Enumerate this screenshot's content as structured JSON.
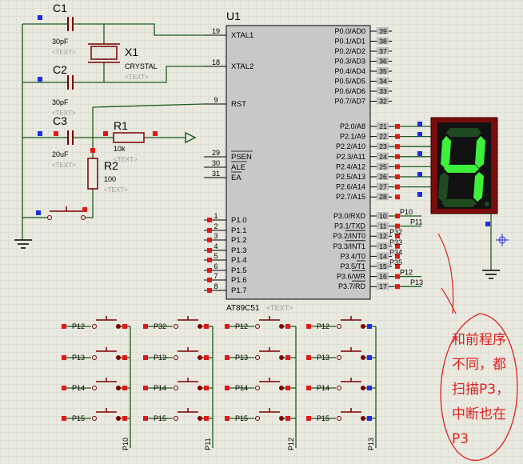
{
  "chip": {
    "name": "U1",
    "part": "AT89C51",
    "text_placeholder": "<TEXT>",
    "left_pins": [
      {
        "num": "19",
        "name": "XTAL1"
      },
      {
        "num": "18",
        "name": "XTAL2"
      },
      {
        "num": "9",
        "name": "RST"
      },
      {
        "num": "29",
        "name": "PSEN"
      },
      {
        "num": "30",
        "name": "ALE"
      },
      {
        "num": "31",
        "name": "EA"
      },
      {
        "num": "1",
        "name": "P1.0"
      },
      {
        "num": "2",
        "name": "P1.1"
      },
      {
        "num": "3",
        "name": "P1.2"
      },
      {
        "num": "4",
        "name": "P1.3"
      },
      {
        "num": "5",
        "name": "P1.4"
      },
      {
        "num": "6",
        "name": "P1.5"
      },
      {
        "num": "7",
        "name": "P1.6"
      },
      {
        "num": "8",
        "name": "P1.7"
      }
    ],
    "right_pins": [
      {
        "num": "39",
        "name": "P0.0/AD0"
      },
      {
        "num": "38",
        "name": "P0.1/AD1"
      },
      {
        "num": "37",
        "name": "P0.2/AD2"
      },
      {
        "num": "36",
        "name": "P0.3/AD3"
      },
      {
        "num": "35",
        "name": "P0.4/AD4"
      },
      {
        "num": "34",
        "name": "P0.5/AD5"
      },
      {
        "num": "33",
        "name": "P0.6/AD6"
      },
      {
        "num": "32",
        "name": "P0.7/AD7"
      },
      {
        "num": "21",
        "name": "P2.0/A8"
      },
      {
        "num": "22",
        "name": "P2.1/A9"
      },
      {
        "num": "23",
        "name": "P2.2/A10"
      },
      {
        "num": "24",
        "name": "P2.3/A11"
      },
      {
        "num": "25",
        "name": "P2.4/A12"
      },
      {
        "num": "26",
        "name": "P2.5/A13"
      },
      {
        "num": "27",
        "name": "P2.6/A14"
      },
      {
        "num": "28",
        "name": "P2.7/A15"
      },
      {
        "num": "10",
        "name": "P3.0/RXD"
      },
      {
        "num": "11",
        "name": "P3.1/TXD"
      },
      {
        "num": "12",
        "name": "P3.2/INT0"
      },
      {
        "num": "13",
        "name": "P3.3/INT1"
      },
      {
        "num": "14",
        "name": "P3.4/T0"
      },
      {
        "num": "15",
        "name": "P3.5/T1"
      },
      {
        "num": "16",
        "name": "P3.6/WR"
      },
      {
        "num": "17",
        "name": "P3.7/RD"
      }
    ]
  },
  "p3_net_labels": [
    "P10",
    "P11",
    "P32",
    "P33",
    "P34",
    "P35",
    "P12",
    "P13"
  ],
  "components": {
    "c1": {
      "ref": "C1",
      "value": "30pF",
      "text": "<TEXT>"
    },
    "c2": {
      "ref": "C2",
      "value": "30pF",
      "text": "<TEXT>"
    },
    "c3": {
      "ref": "C3",
      "value": "20uF",
      "text": "<TEXT>"
    },
    "x1": {
      "ref": "X1",
      "value": "CRYSTAL",
      "text": "<TEXT>"
    },
    "r1": {
      "ref": "R1",
      "value": "10k",
      "text": "<TEXT>"
    },
    "r2": {
      "ref": "R2",
      "value": "100",
      "text": "<TEXT>"
    }
  },
  "seven_segment": {
    "digit": "4",
    "on_color": "#3cf03c",
    "off_color": "#1f4a1f"
  },
  "keypad": {
    "row_labels": [
      [
        "P12",
        "P32",
        "P12",
        "P12"
      ],
      [
        "P13",
        "P13",
        "P13",
        "P13"
      ],
      [
        "P14",
        "P14",
        "P14",
        "P14"
      ],
      [
        "P15",
        "P15",
        "P15",
        "P15"
      ]
    ],
    "column_labels": [
      "P10",
      "P11",
      "P12",
      "P13"
    ]
  },
  "annotation": {
    "lines": [
      "和前程序",
      "不同，都",
      "扫描P3，",
      "中断也在",
      "P3"
    ],
    "color": "#e02020"
  },
  "colors": {
    "background": "#e9e9e0",
    "grid": "#d6d6cc",
    "wire": "#1c5a1c",
    "component": "#7a0000",
    "pin_red": "#e01818",
    "pin_blue": "#1830e0",
    "chip_fill": "#c8c8c8",
    "display_body": "#7a0c0c"
  }
}
